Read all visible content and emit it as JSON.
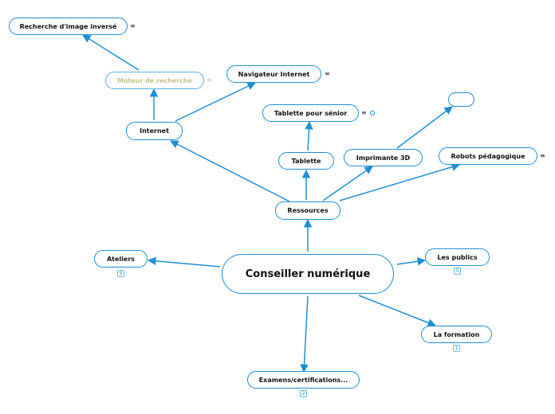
{
  "colors": {
    "accent": "#1e8fd3",
    "faded_text": "#c7c38a"
  },
  "nodes": {
    "central": {
      "label": "Conseiller numérique"
    },
    "ressources": {
      "label": "Ressources"
    },
    "internet": {
      "label": "Internet"
    },
    "moteur": {
      "label": "Moteur de recherche"
    },
    "recherche": {
      "label": "Recherche d'image inversé"
    },
    "navigateur": {
      "label": "Navigateur Internet"
    },
    "tablette": {
      "label": "Tablette"
    },
    "tablette_senior": {
      "label": "Tablette pour sénior"
    },
    "imprimante": {
      "label": "Imprimante 3D"
    },
    "empty": {
      "label": ""
    },
    "robots": {
      "label": "Robots pédagogique"
    },
    "ateliers": {
      "label": "Ateliers",
      "count": "9"
    },
    "publics": {
      "label": "Les publics",
      "count": "5"
    },
    "formation": {
      "label": "La formation",
      "count": "1"
    },
    "examens": {
      "label": "Examens/certifications...",
      "count": "2"
    }
  },
  "icons": {
    "note": "notes-icon",
    "link": "link-icon",
    "count": "collapsed-children-badge"
  }
}
